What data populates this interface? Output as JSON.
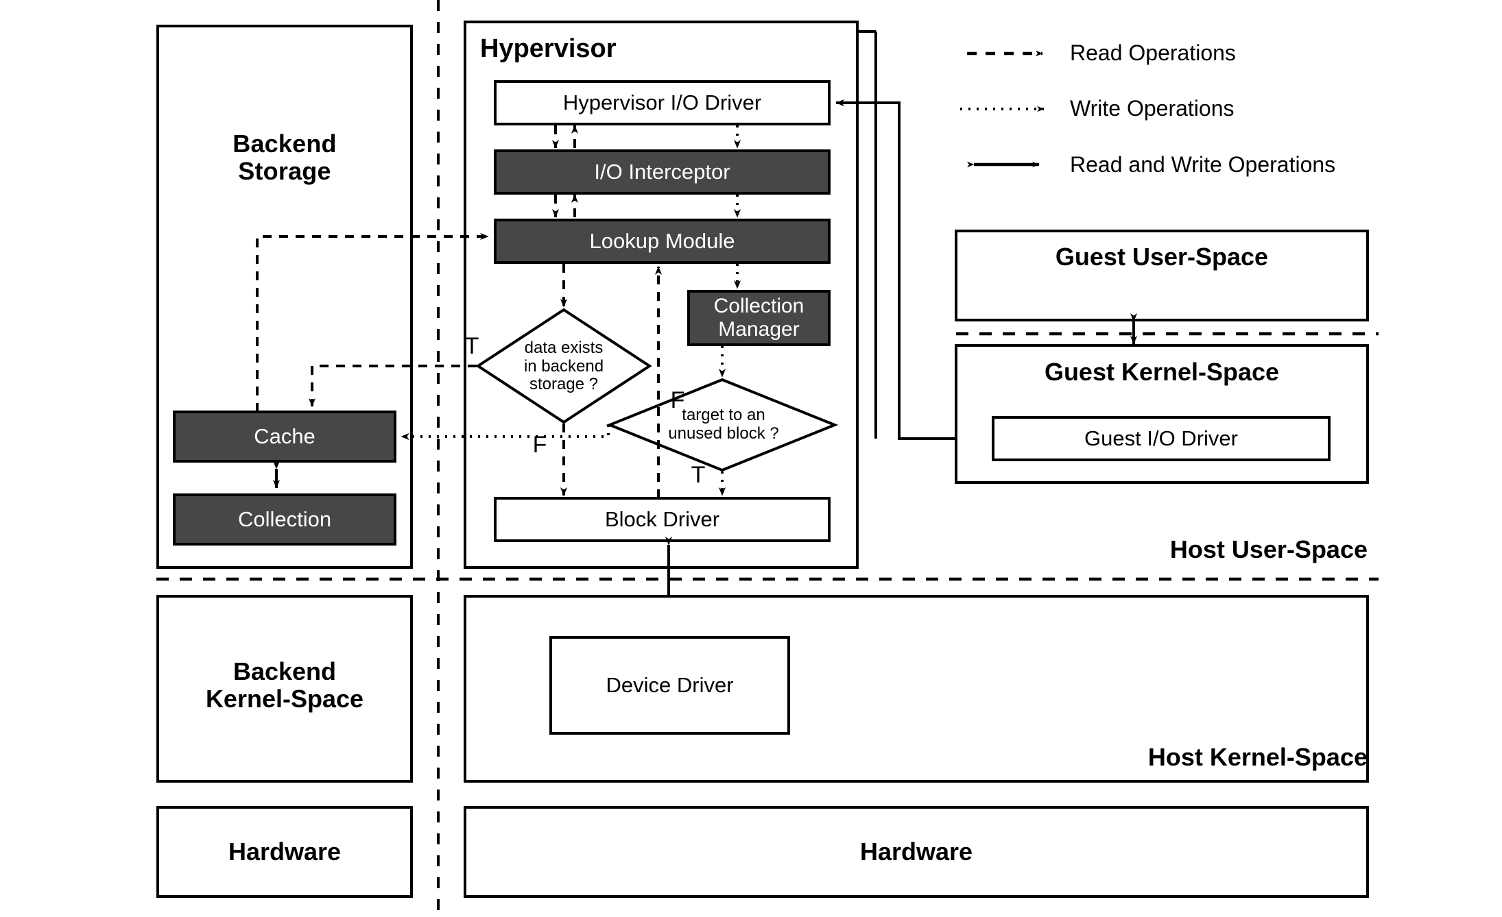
{
  "diagram": {
    "title_hypervisor": "Hypervisor",
    "colors": {
      "dark_box_fill": "#474747",
      "light_box_fill": "#ffffff",
      "stroke": "#000000",
      "background": "#ffffff"
    }
  },
  "left_column": {
    "backend_storage": {
      "label": "Backend\nStorage",
      "cache": "Cache",
      "collection": "Collection"
    },
    "backend_kernel_space": {
      "label": "Backend\nKernel-Space"
    },
    "hardware": {
      "label": "Hardware"
    }
  },
  "hypervisor": {
    "title": "Hypervisor",
    "hypervisor_io_driver": "Hypervisor I/O Driver",
    "io_interceptor": "I/O Interceptor",
    "lookup_module": "Lookup Module",
    "collection_manager": "Collection\nManager",
    "block_driver": "Block Driver",
    "decision_backend": "data exists\nin backend\nstorage ?",
    "decision_unused_block": "target to an\nunused block ?",
    "branch_labels": {
      "backend_true": "T",
      "backend_false": "F",
      "unused_false": "F",
      "unused_true": "T"
    }
  },
  "guest": {
    "user_space": "Guest User-Space",
    "kernel_space": "Guest Kernel-Space",
    "guest_io_driver": "Guest I/O Driver"
  },
  "host": {
    "user_space": "Host User-Space",
    "kernel_space": "Host Kernel-Space",
    "device_driver": "Device Driver",
    "hardware": "Hardware"
  },
  "legend": {
    "items": [
      {
        "icon": "dashed-arrow-icon",
        "label": "Read Operations"
      },
      {
        "icon": "dotted-arrow-icon",
        "label": "Write Operations"
      },
      {
        "icon": "double-arrow-icon",
        "label": "Read and Write Operations"
      }
    ]
  }
}
